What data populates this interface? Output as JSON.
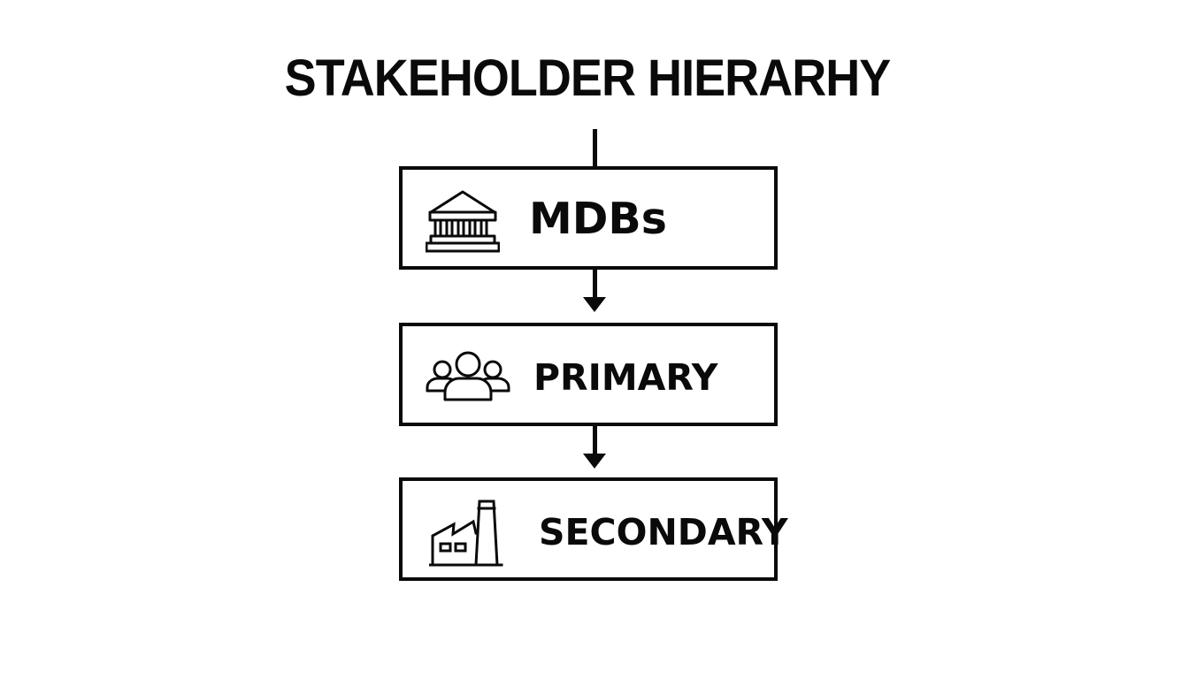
{
  "diagram": {
    "title": "STAKEHOLDER HIERARHY",
    "type": "vertical-hierarchy-flow",
    "stroke_color": "#0a0a0a",
    "background_color": "#ffffff",
    "nodes": [
      {
        "label": "MDBs",
        "icon": "bank-building-icon",
        "level": 1
      },
      {
        "label": "PRIMARY",
        "icon": "people-group-icon",
        "level": 2
      },
      {
        "label": "SECONDARY",
        "icon": "factory-icon",
        "level": 3
      }
    ],
    "edges": [
      {
        "from": "MDBs",
        "to": "PRIMARY",
        "style": "arrow-down"
      },
      {
        "from": "PRIMARY",
        "to": "SECONDARY",
        "style": "arrow-down"
      }
    ]
  }
}
